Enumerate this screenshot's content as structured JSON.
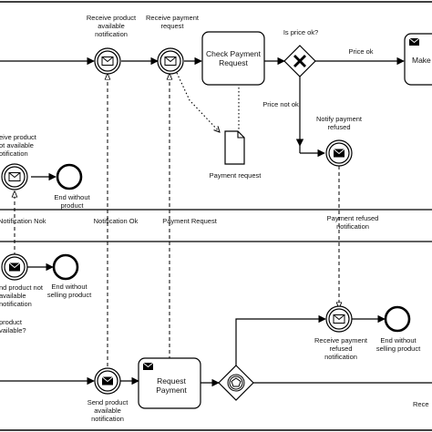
{
  "pool_top": {
    "flow_labels": {
      "receive_product_available": [
        "Receive product",
        "available",
        "notification"
      ],
      "receive_payment_request": [
        "Receive payment",
        "request"
      ],
      "is_price_ok": "Is price ok?",
      "price_ok": "Price ok",
      "price_not_ok": "Price not ok",
      "notify_payment_refused": [
        "Notify payment",
        "refused"
      ],
      "receive_product_not_available": [
        "eive product",
        "ot available",
        "otification"
      ],
      "end_without_product": [
        "End without",
        "product"
      ]
    },
    "tasks": {
      "check_payment_request": [
        "Check Payment",
        "Request"
      ],
      "make_partial": "Make"
    },
    "data_object": {
      "label": "Payment request"
    }
  },
  "message_flows": {
    "notification_nok": "Notification Nok",
    "notification_ok": "Notification Ok",
    "payment_request": "Payment Request",
    "payment_refused_notification": [
      "Payment refused",
      "notification"
    ]
  },
  "pool_bottom": {
    "labels": {
      "send_product_not_available": [
        "nd product not",
        "available",
        "notification"
      ],
      "end_without_selling_1": [
        "End without",
        "selling product"
      ],
      "product_available_question": [
        "product",
        "vailable?"
      ],
      "send_product_available": [
        "Send product",
        "available",
        "notification"
      ],
      "receive_payment_refused": [
        "Receive payment",
        "refused",
        "notification"
      ],
      "end_without_selling_2": [
        "End without",
        "selling product"
      ],
      "receive_partial": "Rece"
    },
    "tasks": {
      "request_payment": [
        "Request",
        "Payment"
      ]
    }
  }
}
